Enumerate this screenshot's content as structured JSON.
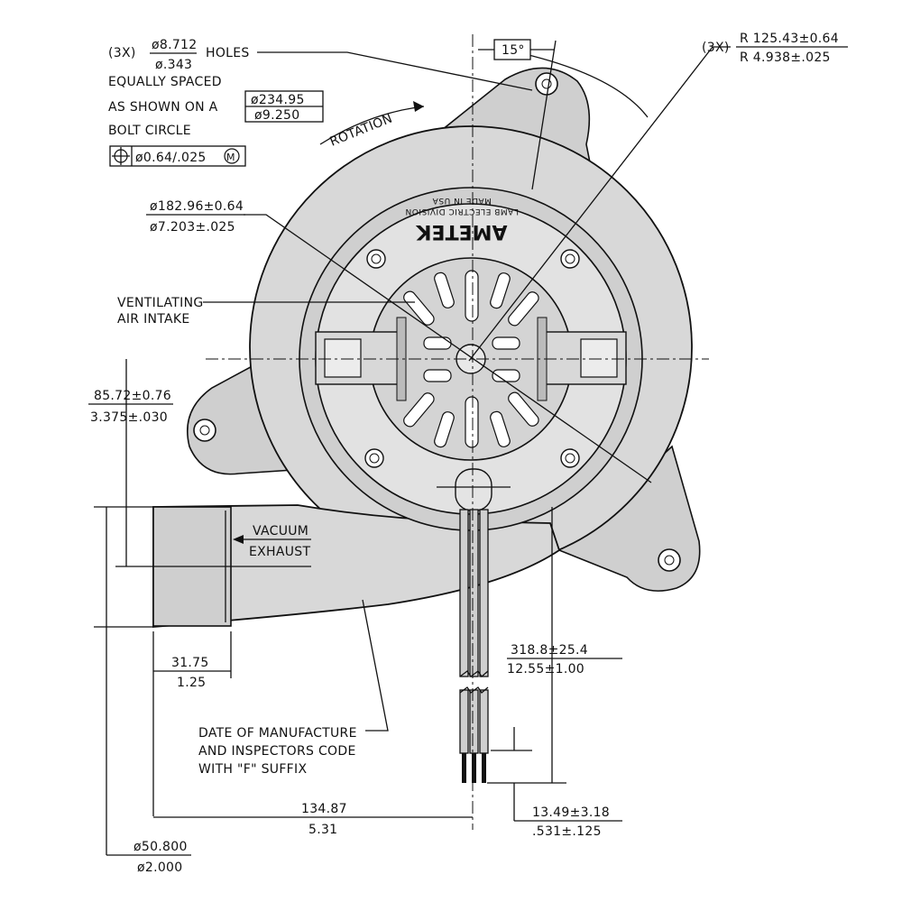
{
  "brand": {
    "name": "AMETEK",
    "division": "LAMB ELECTRIC DIVISION",
    "origin": "MADE IN USA"
  },
  "callouts": {
    "holes_qty": "(3X)",
    "holes_dia_mm": "ø8.712",
    "holes_dia_in": "ø.343",
    "holes_word": "HOLES",
    "holes_line2": "EQUALLY SPACED",
    "holes_line3": "AS SHOWN ON A",
    "holes_line4": "BOLT CIRCLE",
    "bolt_circle_mm": "ø234.95",
    "bolt_circle_in": "ø9.250",
    "position_tol": "ø0.64/.025",
    "position_tol_modifier": "M",
    "rotation": "ROTATION",
    "angle": "15°",
    "radius_qty": "(3X)",
    "radius_mm": "R 125.43±0.64",
    "radius_in": "R 4.938±.025",
    "housing_dia_mm": "ø182.96±0.64",
    "housing_dia_in": "ø7.203±.025",
    "vent_line1": "VENTILATING",
    "vent_line2": "AIR INTAKE",
    "center_offset_mm": "85.72±0.76",
    "center_offset_in": "3.375±.030",
    "vacuum_line1": "VACUUM",
    "vacuum_line2": "EXHAUST",
    "exhaust_len_mm": "31.75",
    "exhaust_len_in": "1.25",
    "date_line1": "DATE OF MANUFACTURE",
    "date_line2": "AND INSPECTORS CODE",
    "date_line3": "WITH \"F\" SUFFIX",
    "lead_len_mm": "318.8±25.4",
    "lead_len_in": "12.55±1.00",
    "strip_len_mm": "13.49±3.18",
    "strip_len_in": ".531±.125",
    "width_mm": "134.87",
    "width_in": "5.31",
    "outlet_dia_mm": "ø50.800",
    "outlet_dia_in": "ø2.000"
  }
}
